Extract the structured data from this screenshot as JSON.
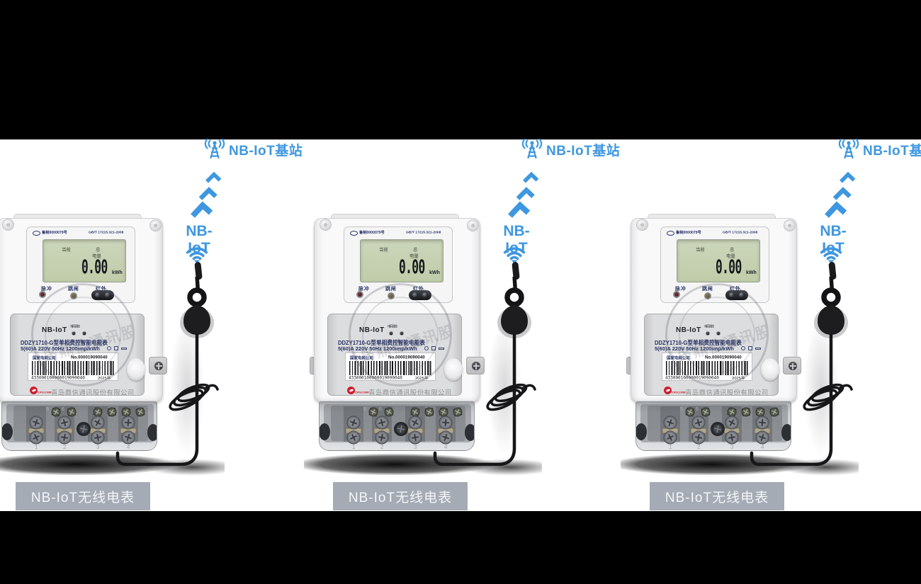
{
  "colors": {
    "accent_blue": "#3e97e0",
    "band": "#000000",
    "caption_bg": "#a5abb5",
    "lcd_green": "#c5d1b0",
    "brand_red": "#cf2030"
  },
  "labels": {
    "base_station": "NB-IoT基站",
    "nbiot": "NB-IoT",
    "caption": "NB-IoT无线电表"
  },
  "meter": {
    "cert_no": "鲁制0000079号",
    "standard": "GB/T 17215.321-2008",
    "lcd": {
      "current": "当前",
      "total": "总",
      "energy": "电量",
      "value": "0.00",
      "unit": "kWh"
    },
    "indicators": {
      "pulse": "脉冲",
      "trip": "跳闸",
      "infrared": "红外"
    },
    "nameplate": {
      "badge": "NB-IoT",
      "power_led": "电源",
      "network_led": "网络",
      "model": "DDZY1710-G型单相费控智能电能表",
      "spec": "5(60)A 220V 50Hz 1200imp/kWh",
      "grid_company": "国家电网公司",
      "serial_no": "No.000019090040",
      "barcode_digits": "433000100000019090040",
      "year": "2025年",
      "brand": "TOPSCOMM",
      "company": "青岛鼎信通讯股份有限公司"
    },
    "terminal_numbers": [
      "1",
      "2",
      "3",
      "4"
    ],
    "terminal_top_numbers": [
      "5",
      "6"
    ]
  }
}
